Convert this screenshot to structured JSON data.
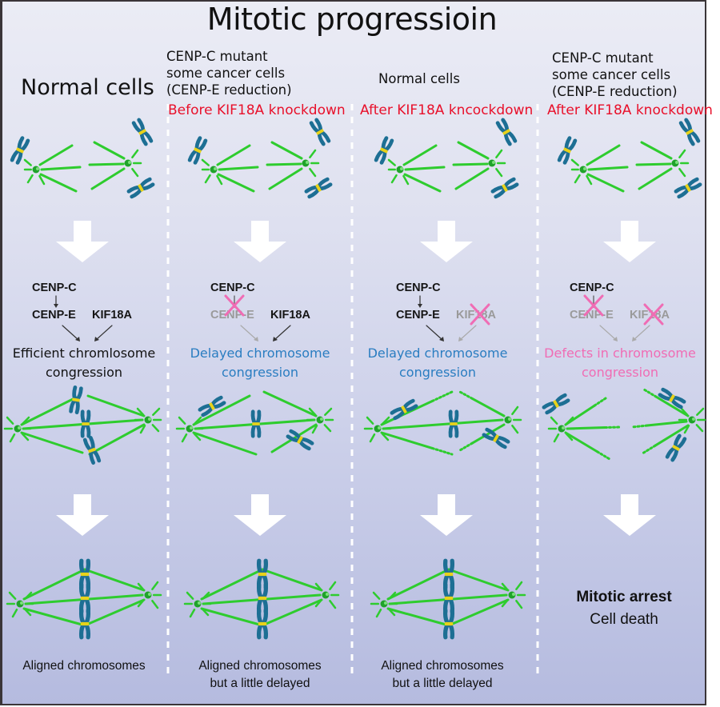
{
  "title": "Mitotic progressioin",
  "colors": {
    "microtubule": "#2ecc2e",
    "chromosome": "#1d6f94",
    "kinetochore": "#e8d21a",
    "knockout_cross": "#f06cb4",
    "delayed_text": "#2a7dc1",
    "defect_text": "#f06cb4",
    "condition_text": "#e8102a",
    "arrow_fill": "#ffffff"
  },
  "columns": [
    {
      "header_lines": [
        "Normal cells"
      ],
      "condition": "",
      "genes": {
        "top": "CENP-C",
        "left": "CENP-E",
        "right": "KIF18A",
        "knocked_out": []
      },
      "outcome_lines": [
        "Efficient chromlosome",
        "congression"
      ],
      "outcome_style": "normal",
      "final_caption_lines": [
        "Aligned chromosomes"
      ]
    },
    {
      "header_lines": [
        "CENP-C mutant",
        "some cancer cells",
        "(CENP-E reduction)"
      ],
      "condition": "Before KIF18A knockdown",
      "genes": {
        "top": "CENP-C",
        "left": "CENP-E",
        "right": "KIF18A",
        "knocked_out": [
          "CENP-E"
        ]
      },
      "outcome_lines": [
        "Delayed chromosome",
        "congression"
      ],
      "outcome_style": "delayed",
      "final_caption_lines": [
        "Aligned chromosomes",
        "but a little delayed"
      ]
    },
    {
      "header_lines": [
        "Normal cells"
      ],
      "condition": "After KIF18A kncockdown",
      "genes": {
        "top": "CENP-C",
        "left": "CENP-E",
        "right": "KIF18A",
        "knocked_out": [
          "KIF18A"
        ]
      },
      "outcome_lines": [
        "Delayed chromosome",
        "congression"
      ],
      "outcome_style": "delayed",
      "final_caption_lines": [
        "Aligned chromosomes",
        "but a little delayed"
      ]
    },
    {
      "header_lines": [
        "CENP-C mutant",
        "some cancer cells",
        "(CENP-E reduction)"
      ],
      "condition": "After KIF18A knockdown",
      "genes": {
        "top": "CENP-C",
        "left": "CENP-E",
        "right": "KIF18A",
        "knocked_out": [
          "CENP-E",
          "KIF18A"
        ]
      },
      "outcome_lines": [
        "Defects in chromosome",
        "congression"
      ],
      "outcome_style": "defect",
      "final_result_lines": [
        "Mitotic arrest",
        "Cell death"
      ]
    }
  ]
}
